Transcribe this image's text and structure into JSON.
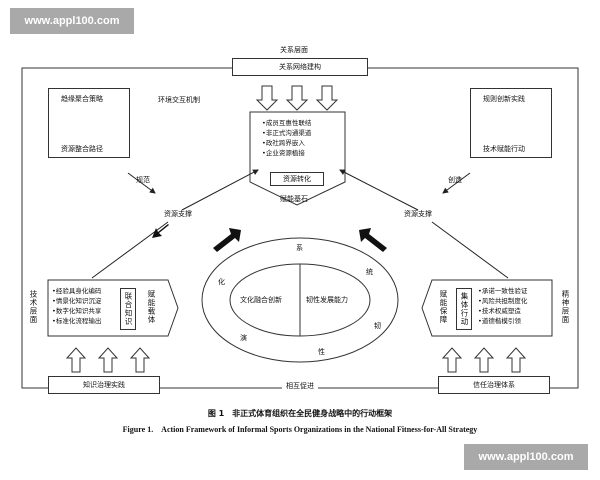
{
  "watermarks": {
    "top": "www.appl100.com",
    "bottom": "www.appl100.com"
  },
  "labels": {
    "relation_level": "关系层面",
    "relation_network": "关系网络建构",
    "env_mechanism": "环境交互机制",
    "rule_left": "规范",
    "create_right": "创造",
    "resource_support_left": "资源支撑",
    "resource_support_right": "资源支撑",
    "mutual_promote": "相互促进",
    "tech_level": "技术层面",
    "spirit_level": "精神层面",
    "resource_transform": "资源转化",
    "empower_foundation": "赋能基石",
    "empower_carrier": "赋能载体",
    "empower_guarantee": "赋能保障",
    "linkage_knowledge": "联合知识",
    "collective_action": "集体行动",
    "culture_fusion": "文化融合创新",
    "resilience": "韧性发展能力",
    "knowledge_governance": "知识治理实践",
    "trust_governance": "信任治理体系"
  },
  "left_top_box": {
    "top": "趋缘聚合策略",
    "bottom": "资源整合路径"
  },
  "right_top_box": {
    "top": "规则创新实践",
    "bottom": "技术赋能行动"
  },
  "center_list": [
    "•成员互惠性联结",
    "•非正式沟通渠道",
    "•政社跨界嵌入",
    "•企业资源植接"
  ],
  "left_list": [
    "•经验具身化编码",
    "•情景化知识沉淀",
    "•数字化知识共享",
    "•标准化流程输出"
  ],
  "right_list": [
    "•承诺一致性验证",
    "•风险共担制度化",
    "•技术权威塑造",
    "•道德楷模引领"
  ],
  "ellipse_chars": [
    "系",
    "统",
    "韧",
    "性",
    "演",
    "化"
  ],
  "caption": {
    "cn": "图 1　非正式体育组织在全民健身战略中的行动框架",
    "en": "Figure 1.　Action Framework of Informal Sports Organizations in the National Fitness-for-All Strategy"
  }
}
